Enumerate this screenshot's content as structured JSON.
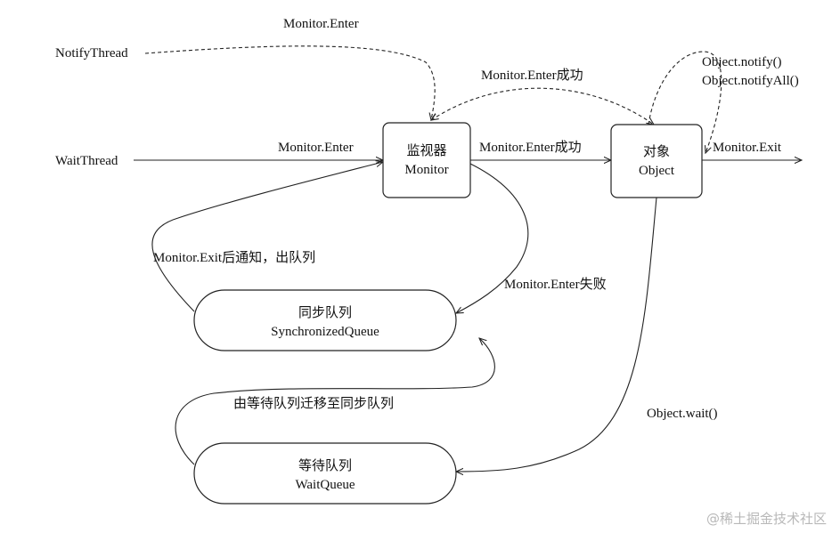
{
  "nodes": {
    "monitor": {
      "line1": "监视器",
      "line2": "Monitor"
    },
    "object": {
      "line1": "对象",
      "line2": "Object"
    },
    "sync_queue": {
      "line1": "同步队列",
      "line2": "SynchronizedQueue"
    },
    "wait_queue": {
      "line1": "等待队列",
      "line2": "WaitQueue"
    }
  },
  "sources": {
    "notify_thread": "NotifyThread",
    "wait_thread": "WaitThread"
  },
  "edges": {
    "notify_enter": "Monitor.Enter",
    "wait_enter": "Monitor.Enter",
    "enter_success_dashed": "Monitor.Enter成功",
    "enter_success": "Monitor.Enter成功",
    "notify_line1": "Object.notify()",
    "notify_line2": "Object.notifyAll()",
    "exit": "Monitor.Exit",
    "exit_notify_dequeue": "Monitor.Exit后通知，出队列",
    "enter_fail": "Monitor.Enter失败",
    "wait_to_sync": "由等待队列迁移至同步队列",
    "object_wait": "Object.wait()"
  },
  "watermark": "@稀土掘金技术社区"
}
